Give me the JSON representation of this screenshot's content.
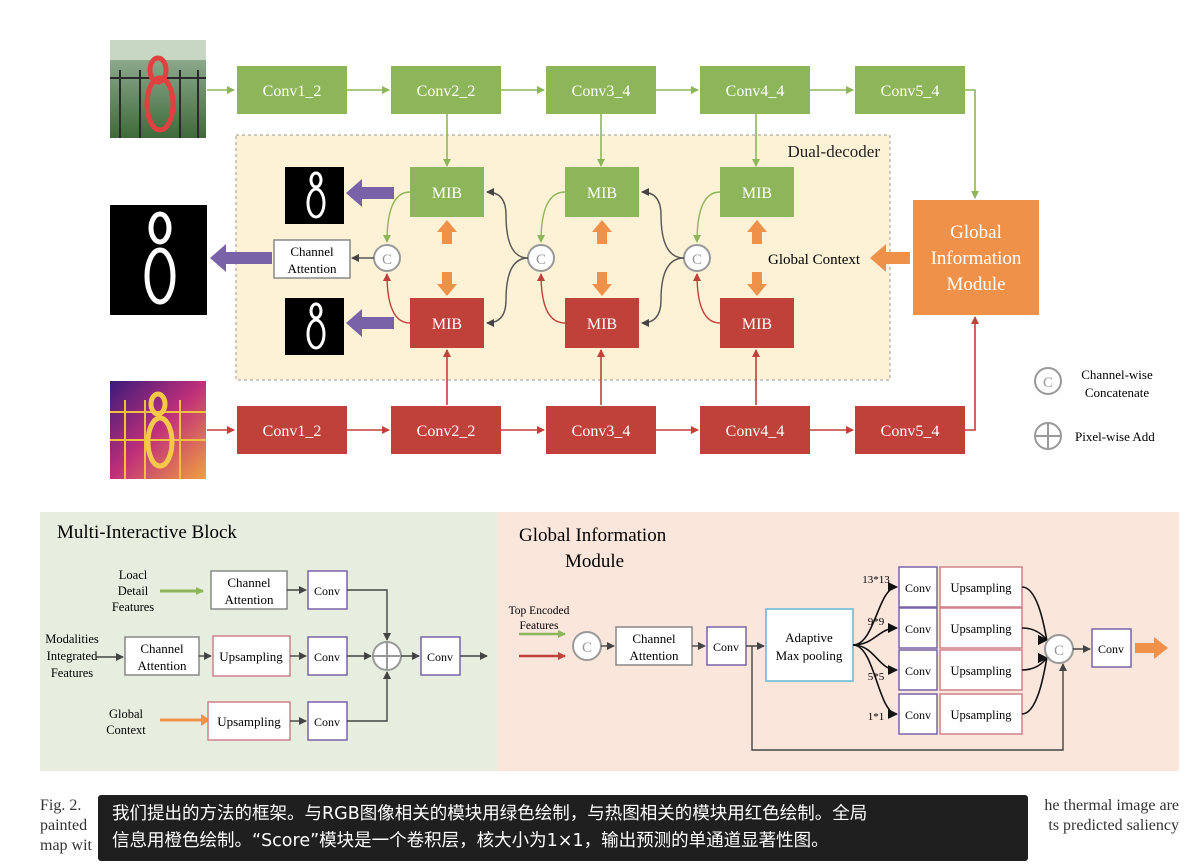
{
  "top": {
    "rgb_convs": [
      "Conv1_2",
      "Conv2_2",
      "Conv3_4",
      "Conv4_4",
      "Conv5_4"
    ],
    "thermal_convs": [
      "Conv1_2",
      "Conv2_2",
      "Conv3_4",
      "Conv4_4",
      "Conv5_4"
    ],
    "dual_decoder_label": "Dual-decoder",
    "mib": "MIB",
    "channel_attention": [
      "Channel",
      "Attention"
    ],
    "global_context": "Global Context",
    "gim": [
      "Global",
      "Information",
      "Module"
    ],
    "concat_symbol": "C",
    "legend": {
      "concat_lines": [
        "Channel-wise",
        "Concatenate"
      ],
      "add_label": "Pixel-wise Add"
    }
  },
  "mib_panel": {
    "title": "Multi-Interactive Block",
    "inputs": {
      "local": [
        "Loacl",
        "Detail",
        "Features"
      ],
      "modalities": [
        "Modalities",
        "Integrated",
        "Features"
      ],
      "global": [
        "Global",
        "Context"
      ]
    },
    "channel_attention": [
      "Channel",
      "Attention"
    ],
    "upsampling": "Upsampling",
    "conv": "Conv"
  },
  "gim_panel": {
    "title": [
      "Global Information",
      "Module"
    ],
    "input_label": [
      "Top Encoded",
      "Features"
    ],
    "channel_attention": [
      "Channel",
      "Attention"
    ],
    "conv": "Conv",
    "pooling": [
      "Adaptive",
      "Max pooling"
    ],
    "upsampling": "Upsampling",
    "scales": [
      "13*13",
      "9*9",
      "5*5",
      "1*1"
    ]
  },
  "caption": {
    "left_lines": [
      "Fig. 2.",
      "painted",
      "map wit"
    ],
    "right_lines": [
      "he thermal image are",
      "ts predicted saliency"
    ]
  },
  "subtitle": {
    "lines": [
      "我们提出的方法的框架。与RGB图像相关的模块用绿色绘制，与热图相关的模块用红色绘制。全局",
      "信息用橙色绘制。“Score”模块是一个卷积层，核大小为1×1，输出预测的单通道显著性图。"
    ]
  },
  "colors": {
    "green": "#8db65a",
    "red": "#c0403a",
    "orange": "#f0914a",
    "purple": "#7a62a8",
    "decoder_bg": "#fdf2d6",
    "mib_panel_bg": "#e7eedf",
    "gim_panel_bg": "#fbe6dc"
  }
}
